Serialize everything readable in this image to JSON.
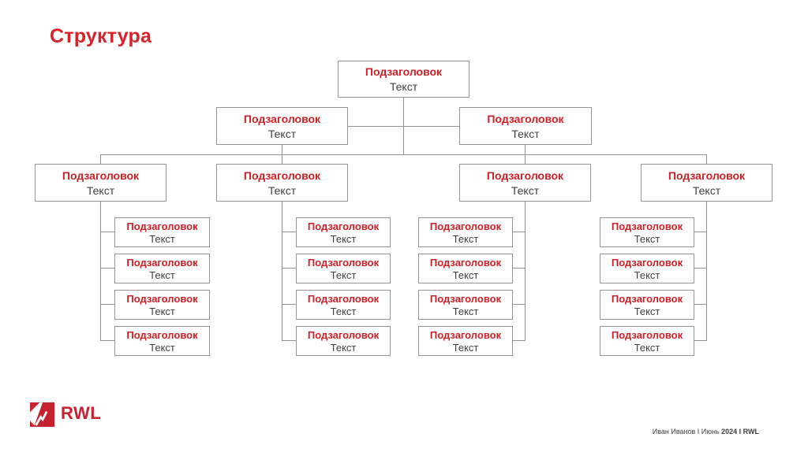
{
  "slide": {
    "title": "Структура",
    "background": "#FFFFFF",
    "accent_red": "#D6232A",
    "node_title_red": "#CC2127",
    "body_text_gray": "#3F3F3F",
    "box_border_gray": "#949494",
    "connector_gray": "#919191",
    "logo_red": "#C4222E"
  },
  "tree": {
    "root": {
      "title": "Подзаголовок",
      "text": "Текст"
    },
    "level2": [
      {
        "title": "Подзаголовок",
        "text": "Текст"
      },
      {
        "title": "Подзаголовок",
        "text": "Текст"
      }
    ],
    "level3": [
      {
        "title": "Подзаголовок",
        "text": "Текст"
      },
      {
        "title": "Подзаголовок",
        "text": "Текст"
      },
      {
        "title": "Подзаголовок",
        "text": "Текст"
      },
      {
        "title": "Подзаголовок",
        "text": "Текст"
      }
    ],
    "children": [
      [
        {
          "title": "Подзаголовок",
          "text": "Текст"
        },
        {
          "title": "Подзаголовок",
          "text": "Текст"
        },
        {
          "title": "Подзаголовок",
          "text": "Текст"
        },
        {
          "title": "Подзаголовок",
          "text": "Текст"
        }
      ],
      [
        {
          "title": "Подзаголовок",
          "text": "Текст"
        },
        {
          "title": "Подзаголовок",
          "text": "Текст"
        },
        {
          "title": "Подзаголовок",
          "text": "Текст"
        },
        {
          "title": "Подзаголовок",
          "text": "Текст"
        }
      ],
      [
        {
          "title": "Подзаголовок",
          "text": "Текст"
        },
        {
          "title": "Подзаголовок",
          "text": "Текст"
        },
        {
          "title": "Подзаголовок",
          "text": "Текст"
        },
        {
          "title": "Подзаголовок",
          "text": "Текст"
        }
      ],
      [
        {
          "title": "Подзаголовок",
          "text": "Текст"
        },
        {
          "title": "Подзаголовок",
          "text": "Текст"
        },
        {
          "title": "Подзаголовок",
          "text": "Текст"
        },
        {
          "title": "Подзаголовок",
          "text": "Текст"
        }
      ]
    ]
  },
  "footer": {
    "logo_icon": "mountain-logo-icon",
    "logo_text": "RWL",
    "credit_regular": "Иван Иванов I Июнь ",
    "credit_bold": "2024 I RWL"
  }
}
